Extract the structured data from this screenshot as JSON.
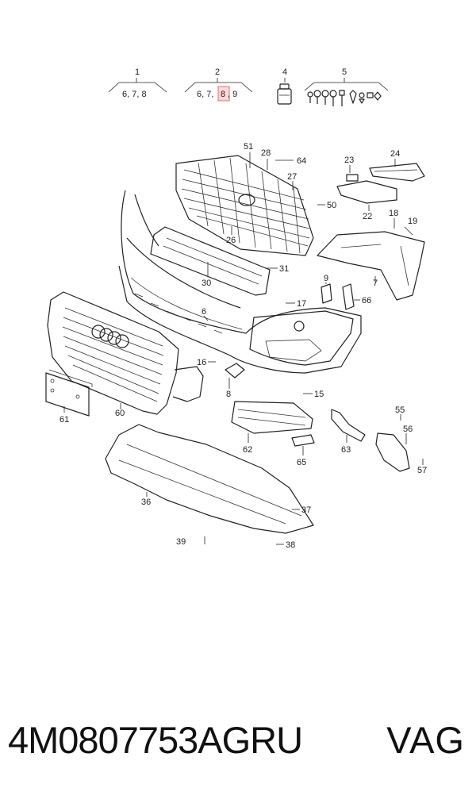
{
  "diagram": {
    "groups": [
      {
        "id": "1",
        "sub": "6, 7, 8"
      },
      {
        "id": "2",
        "sub_parts": [
          "6, 7, ",
          "8",
          ", 9"
        ],
        "highlighted": "8"
      },
      {
        "id": "4"
      },
      {
        "id": "5"
      }
    ],
    "callouts": {
      "c51": "51",
      "c28": "28",
      "c64": "64",
      "c27": "27",
      "c50": "50",
      "c23": "23",
      "c24": "24",
      "c22": "22",
      "c18": "18",
      "c19": "19",
      "c26": "26",
      "c30": "30",
      "c31": "31",
      "c9": "9",
      "c7": "7",
      "c17": "17",
      "c66": "66",
      "c6": "6",
      "c16": "16",
      "c8": "8",
      "c15": "15",
      "c61": "61",
      "c60": "60",
      "c62": "62",
      "c65": "65",
      "c63": "63",
      "c55": "55",
      "c56": "56",
      "c57": "57",
      "c36": "36",
      "c37": "37",
      "c39": "39",
      "c38": "38"
    },
    "highlight_color": "#ffd9d9"
  },
  "footer": {
    "part_number": "4M0807753AGRU",
    "brand": "VAG"
  }
}
